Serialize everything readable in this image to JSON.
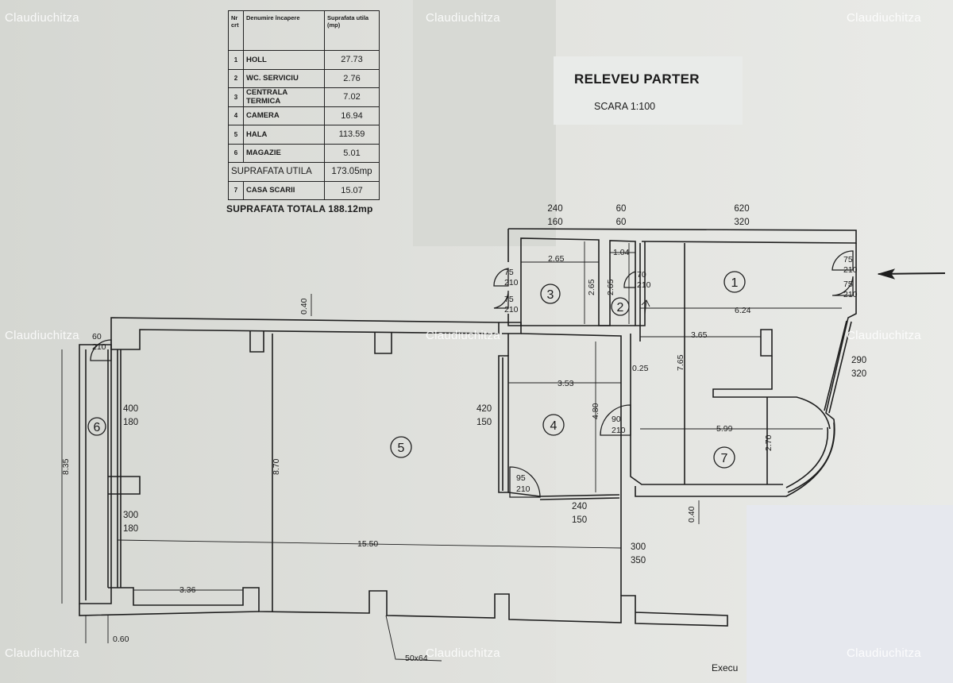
{
  "watermark": "Claudiuchitza",
  "title": {
    "heading": "RELEVEU PARTER",
    "scale": "SCARA 1:100"
  },
  "room_table": {
    "headers": {
      "nr": "Nr crt",
      "name": "Denumire încapere",
      "area": "Suprafata utila (mp)"
    },
    "rows": [
      {
        "nr": "1",
        "name": "HOLL",
        "area": "27.73"
      },
      {
        "nr": "2",
        "name": "WC. SERVICIU",
        "area": "2.76"
      },
      {
        "nr": "3",
        "name": "CENTRALA TERMICA",
        "area": "7.02"
      },
      {
        "nr": "4",
        "name": "CAMERA",
        "area": "16.94"
      },
      {
        "nr": "5",
        "name": "HALA",
        "area": "113.59"
      },
      {
        "nr": "6",
        "name": "MAGAZIE",
        "area": "5.01"
      }
    ],
    "useful_total_label": "SUPRAFATA UTILA",
    "useful_total_value": "173.05mp",
    "extra_row": {
      "nr": "7",
      "name": "CASA SCARII",
      "area": "15.07"
    },
    "grand_total": "SUPRAFATA TOTALA 188.12mp"
  },
  "plan": {
    "room_labels": [
      "1",
      "2",
      "3",
      "4",
      "5",
      "6",
      "7"
    ],
    "top_dimensions": {
      "a_top": "240",
      "a_bottom": "160",
      "b_top": "60",
      "b_bottom": "60",
      "c_top": "620",
      "c_bottom": "320"
    },
    "door_marks": {
      "r1_upper_w": "75",
      "r1_upper_h": "210",
      "r1_lower_w": "75",
      "r1_lower_h": "210",
      "r3_upper_w": "75",
      "r3_upper_h": "210",
      "r3_lower_w": "75",
      "r3_lower_h": "210",
      "r2_w": "70",
      "r2_h": "210",
      "left_w": "60",
      "left_h": "210",
      "r4_w": "95",
      "r4_h": "210",
      "stair_w": "90",
      "stair_h": "210"
    },
    "window_marks": {
      "right_w": "290",
      "right_h": "320",
      "r4_w": "420",
      "r4_h": "150",
      "r4_bottom_w": "240",
      "r4_bottom_h": "150",
      "r5_upper_w": "400",
      "r5_upper_h": "180",
      "r5_lower_w": "300",
      "r5_lower_h": "180",
      "r5_bottom_w": "300",
      "r5_bottom_h": "350"
    },
    "lengths": {
      "r3_width": "2.65",
      "r3_height": "2.65",
      "r2_width": "1.04",
      "r2_height": "2.65",
      "r1_width": "6.24",
      "hall_mid": "3.65",
      "hall_height": "7.65",
      "wall_gap": "0.25",
      "r4_width": "3.53",
      "r4_height": "4.80",
      "r7_width": "5.99",
      "r7_height": "2.70",
      "r5_height": "8.70",
      "r5_width": "15.50",
      "left_height": "8.35",
      "bottom_seg": "3.36",
      "wall_top": "0.40",
      "wall_bottom": "0.40",
      "wall_left": "0.60",
      "column": "50x64"
    },
    "footer_text": "Execu"
  }
}
